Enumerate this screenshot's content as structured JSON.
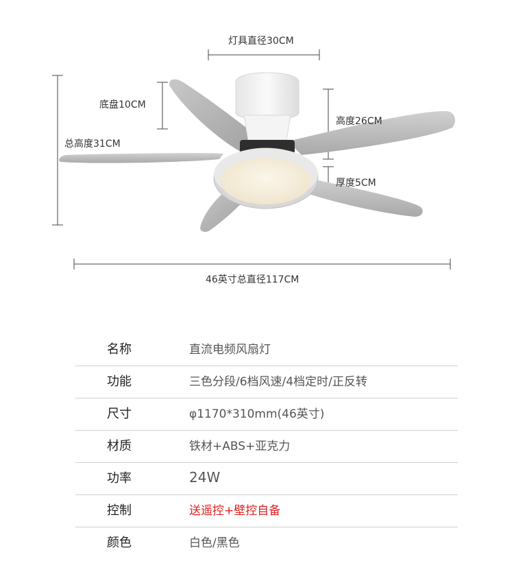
{
  "dimensions": {
    "lamp_diameter": "灯具直径30CM",
    "base": "底盘10CM",
    "total_height": "总高度31CM",
    "height": "高度26CM",
    "thickness": "厚度5CM",
    "total_diameter": "46英寸总直径117CM"
  },
  "specs": [
    {
      "label": "名称",
      "value": "直流电频风扇灯"
    },
    {
      "label": "功能",
      "value": "三色分段/6档风速/4档定时/正反转"
    },
    {
      "label": "尺寸",
      "value": "φ1170*310mm(46英寸)"
    },
    {
      "label": "材质",
      "value": "铁材+ABS+亚克力"
    },
    {
      "label": "功率",
      "value": "24W"
    },
    {
      "label": "控制",
      "value": "送遥控+壁控自备"
    },
    {
      "label": "颜色",
      "value": "白色/黑色"
    }
  ],
  "colors": {
    "accent_red": "#e02020",
    "blade_gray": "#b9b9b9",
    "lamp_glow": "#f6efe2"
  }
}
